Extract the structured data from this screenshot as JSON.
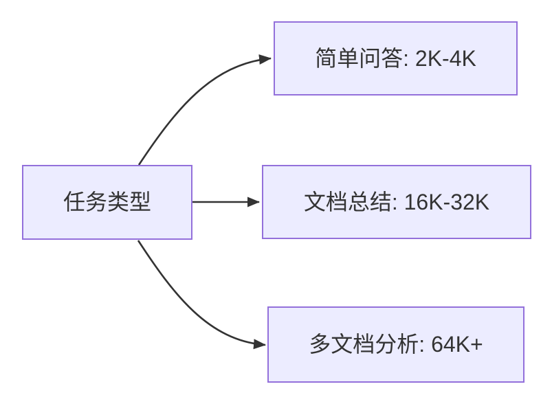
{
  "diagram": {
    "type": "flowchart",
    "direction": "LR",
    "root": {
      "id": "task-type",
      "label": "任务类型"
    },
    "children": [
      {
        "id": "simple-qa",
        "label": "简单问答: 2K-4K"
      },
      {
        "id": "doc-summary",
        "label": "文档总结: 16K-32K"
      },
      {
        "id": "multi-doc-analysis",
        "label": "多文档分析: 64K+"
      }
    ],
    "edges": [
      {
        "from": "task-type",
        "to": "simple-qa"
      },
      {
        "from": "task-type",
        "to": "doc-summary"
      },
      {
        "from": "task-type",
        "to": "multi-doc-analysis"
      }
    ]
  },
  "colors": {
    "canvas-bg": "#FFFFFF",
    "node-fill": "#ECECFF",
    "node-border": "#9370DB",
    "node-text": "#333333",
    "edge-stroke": "#333333"
  }
}
